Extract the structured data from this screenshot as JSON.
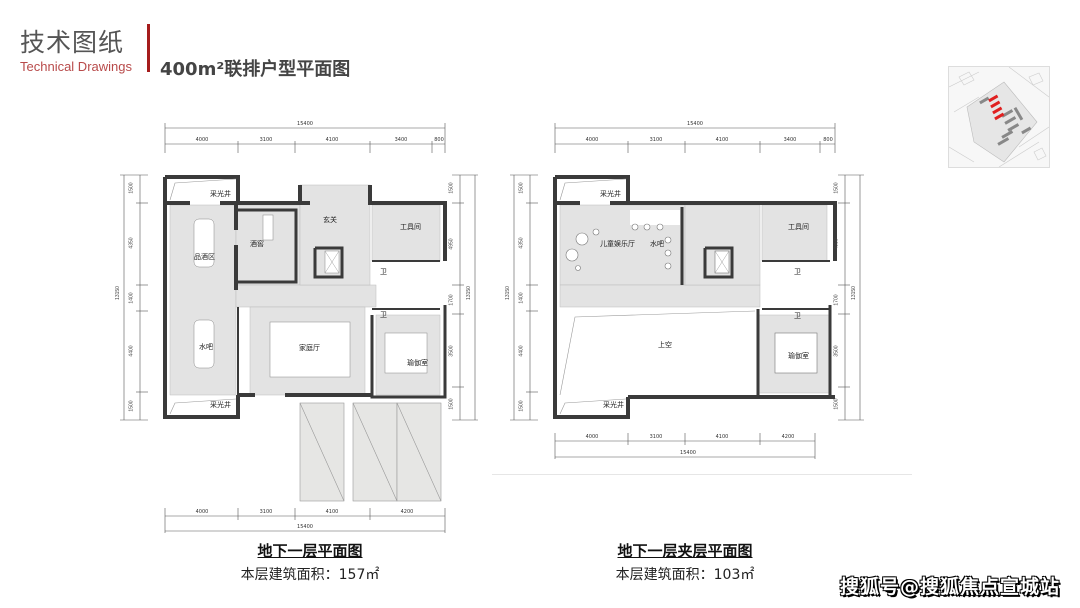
{
  "header": {
    "section_cn": "技术图纸",
    "section_en": "Technical Drawings",
    "title": "400m²联排户型平面图",
    "accent_color": "#a51c1c"
  },
  "key_map": {
    "icon": "site-plan-thumbnail",
    "highlight_color": "#e02020"
  },
  "plans": [
    {
      "caption": "地下一层平面图",
      "area_text": "本层建筑面积：157㎡",
      "top_dims": {
        "total": "15400",
        "segments": [
          "4000",
          "3100",
          "4100",
          "3400",
          "800"
        ]
      },
      "bottom_dims": {
        "total": "15400",
        "segments": [
          "4000",
          "3100",
          "4100",
          "4200"
        ]
      },
      "left_dims": {
        "total": "13150",
        "segments": [
          "1500",
          "4350",
          "1400",
          "4400",
          "1500"
        ]
      },
      "right_dims": {
        "total": "13150",
        "segments": [
          "1500",
          "4950",
          "1700",
          "3500",
          "1500"
        ]
      },
      "rooms": {
        "lightwell_top": "采光井",
        "tasting": "品酒区",
        "cellar": "酒窖",
        "foyer": "玄关",
        "tool_room": "工具间",
        "wc1": "卫",
        "wc2": "卫",
        "water_bar": "水吧",
        "family_room": "家庭厅",
        "yoga": "瑜伽室",
        "lightwell_bottom": "采光井"
      }
    },
    {
      "caption": "地下一层夹层平面图",
      "area_text": "本层建筑面积：103㎡",
      "top_dims": {
        "total": "15400",
        "segments": [
          "4000",
          "3100",
          "4100",
          "3400",
          "800"
        ]
      },
      "bottom_dims": {
        "total": "15400",
        "segments": [
          "4000",
          "3100",
          "4100",
          "4200"
        ]
      },
      "left_dims": {
        "total": "13150",
        "segments": [
          "1500",
          "4350",
          "1400",
          "4400",
          "1500"
        ]
      },
      "right_dims": {
        "total": "13150",
        "segments": [
          "1500",
          "4950",
          "1700",
          "3500",
          "1500"
        ]
      },
      "rooms": {
        "lightwell_top": "采光井",
        "kids": "儿童娱乐厅",
        "water_bar": "水吧",
        "tool_room": "工具间",
        "wc1": "卫",
        "wc2": "卫",
        "void": "上空",
        "yoga": "瑜伽室",
        "lightwell_bottom": "采光井"
      }
    }
  ],
  "watermark": "搜狐号@搜狐焦点宣城站"
}
